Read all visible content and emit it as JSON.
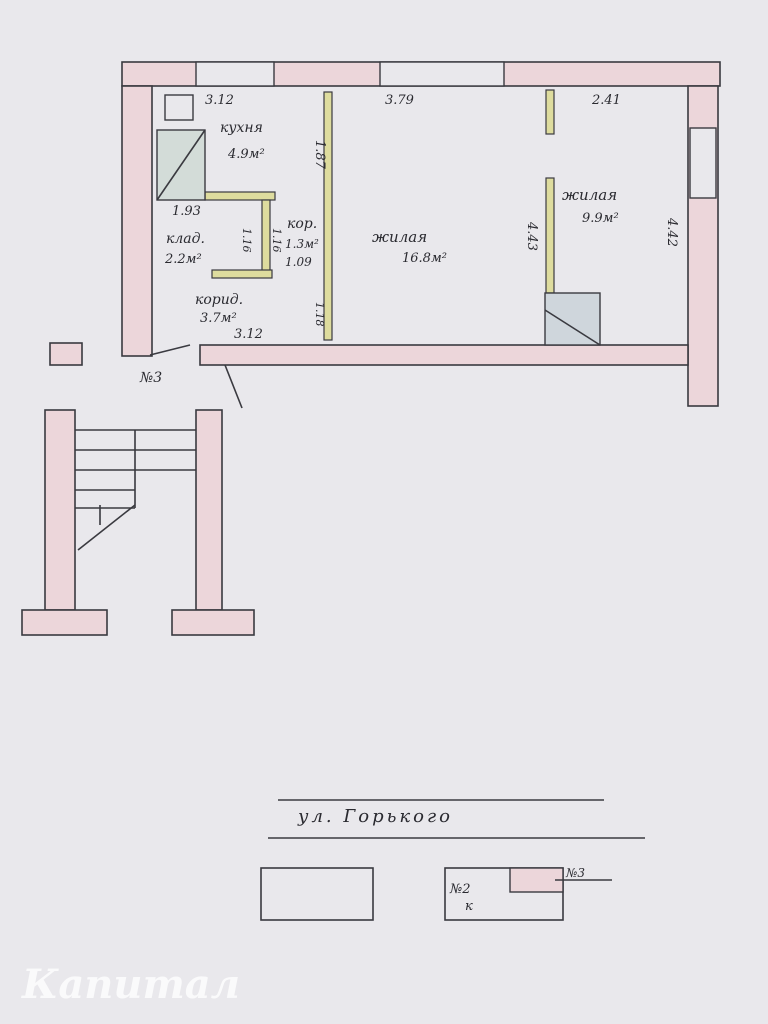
{
  "plan": {
    "rooms": [
      {
        "name": "кухня",
        "area": "4.9м²"
      },
      {
        "name": "клад.",
        "area": "2.2м²"
      },
      {
        "name": "кор.",
        "area": "1.3м²"
      },
      {
        "name": "корид.",
        "area": "3.7м²"
      },
      {
        "name": "жилая",
        "area": "16.8м²"
      },
      {
        "name": "жилая",
        "area": "9.9м²"
      }
    ],
    "dimensions": [
      "3.12",
      "3.79",
      "2.41",
      "1.87",
      "1.93",
      "1.16",
      "1.16",
      "1.09",
      "3.12",
      "1.18",
      "4.43",
      "4.42"
    ],
    "entrance_label": "№3",
    "street": "ул. Горького",
    "legend": {
      "box_label_top": "№2",
      "box_label_bottom": "к",
      "pointer_label": "№3"
    }
  },
  "colors": {
    "paper": "#e9e8ec",
    "wall_fill": "#ecd6da",
    "partition_fill": "#dedc9e",
    "ink": "#2a2a30"
  },
  "watermark": "Капитал"
}
